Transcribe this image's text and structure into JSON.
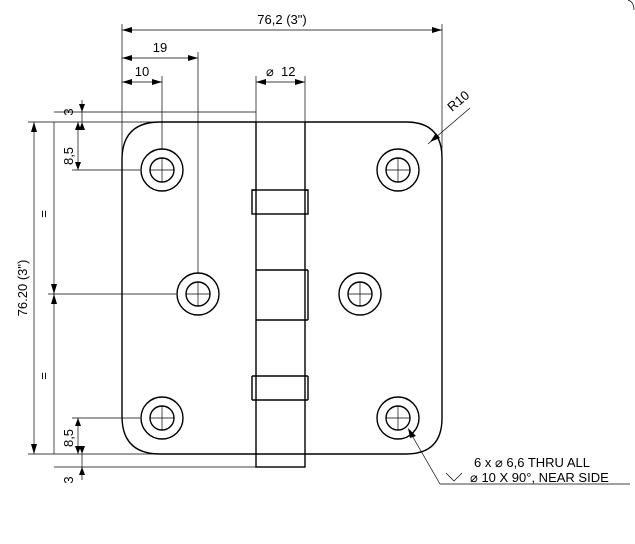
{
  "dimensions": {
    "overall_width": "76,2 (3\")",
    "overall_height": "76.20 (3\")",
    "dim_19": "19",
    "dim_10": "10",
    "pin_diameter": "12",
    "corner_radius": "R10",
    "top_margin": "3",
    "bottom_margin": "3",
    "top_offset": "8,5",
    "bottom_offset": "8,5",
    "equal_top": "=",
    "equal_bottom": "="
  },
  "hole_callout": {
    "line1": "6 x ⌀ 6,6 THRU ALL",
    "line2": "⌀ 10 X 90°, NEAR SIDE"
  },
  "diameter_symbol": "⌀"
}
